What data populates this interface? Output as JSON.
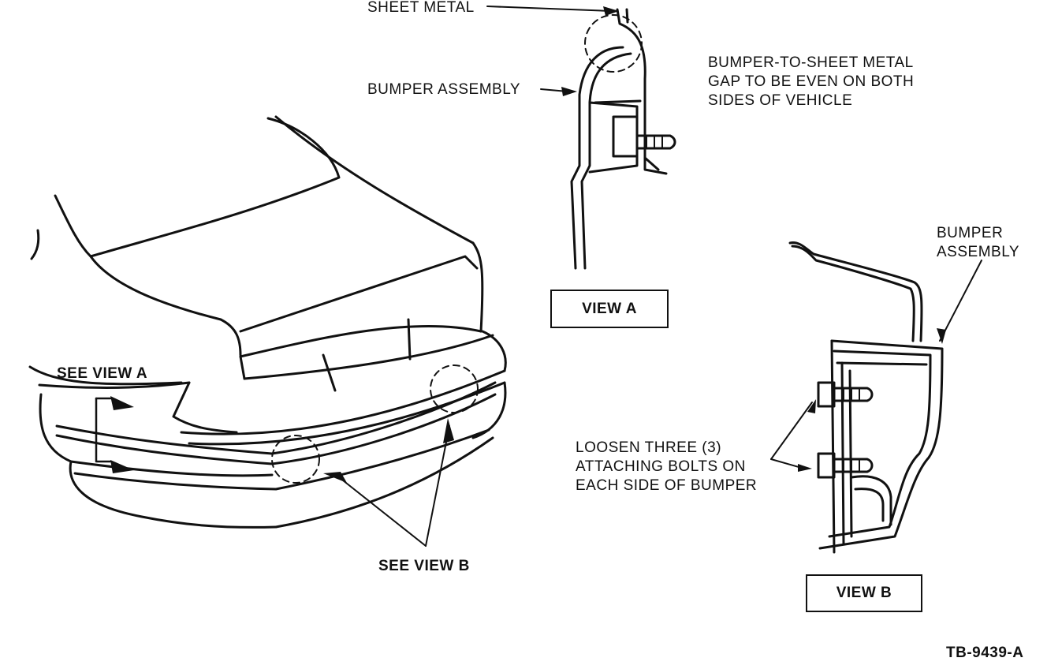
{
  "labels": {
    "sheet_metal": "SHEET METAL",
    "bumper_assembly_a": "BUMPER ASSEMBLY",
    "gap_note_1": "BUMPER-TO-SHEET METAL",
    "gap_note_2": "GAP TO BE EVEN ON BOTH",
    "gap_note_3": "SIDES OF VEHICLE",
    "view_a": "VIEW A",
    "bumper_b_1": "BUMPER",
    "bumper_b_2": "ASSEMBLY",
    "see_view_a": "SEE VIEW A",
    "loosen_1": "LOOSEN THREE (3)",
    "loosen_2": "ATTACHING BOLTS ON",
    "loosen_3": "EACH SIDE OF BUMPER",
    "see_view_b": "SEE VIEW B",
    "view_b": "VIEW B",
    "figure_id": "TB-9439-A"
  }
}
